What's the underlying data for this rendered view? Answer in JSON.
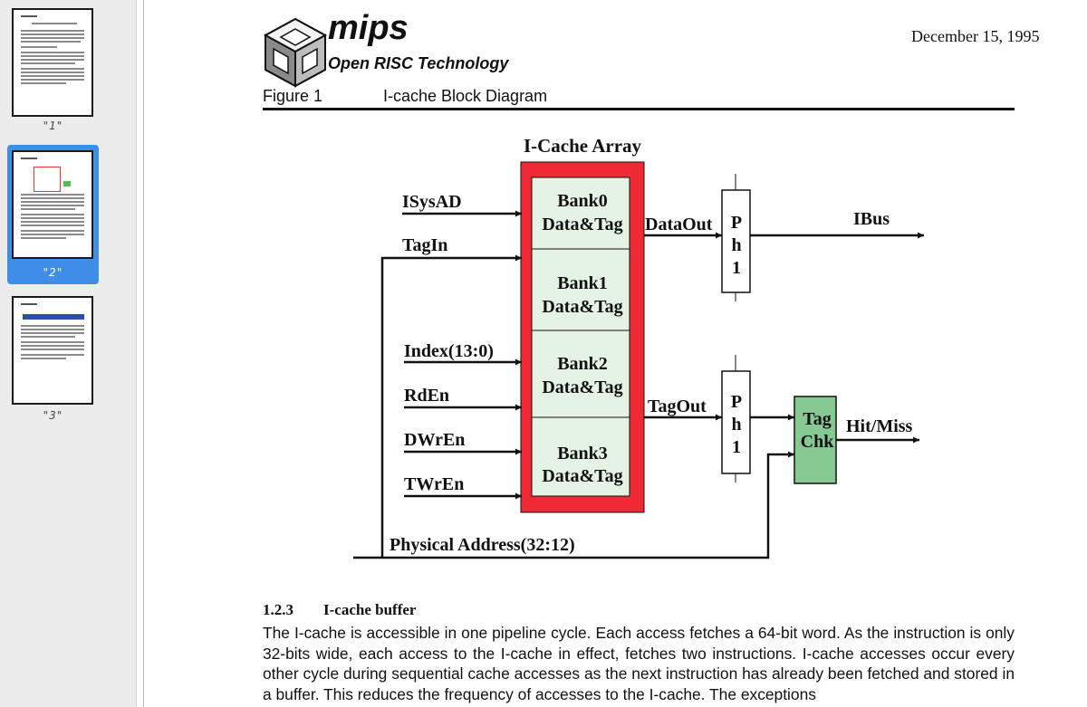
{
  "sidebar": {
    "thumbnails": [
      {
        "label": "\"1\"",
        "selected": false
      },
      {
        "label": "\"2\"",
        "selected": true
      },
      {
        "label": "\"3\"",
        "selected": false
      }
    ]
  },
  "header": {
    "logo_text": "mips",
    "logo_sub": "Open RISC Technology",
    "date": "December 15, 1995"
  },
  "figure": {
    "number": "Figure 1",
    "title": "I-cache Block Diagram"
  },
  "diagram": {
    "array_title": "I-Cache Array",
    "banks": [
      {
        "line1": "Bank0",
        "line2": "Data&Tag"
      },
      {
        "line1": "Bank1",
        "line2": "Data&Tag"
      },
      {
        "line1": "Bank2",
        "line2": "Data&Tag"
      },
      {
        "line1": "Bank3",
        "line2": "Data&Tag"
      }
    ],
    "inputs": [
      "ISysAD",
      "TagIn",
      "Index(13:0)",
      "RdEn",
      "DWrEn",
      "TWrEn"
    ],
    "data_out": "DataOut",
    "tag_out": "TagOut",
    "latch_letters": [
      "P",
      "h",
      "1"
    ],
    "ibus": "IBus",
    "tag_chk_line1": "Tag",
    "tag_chk_line2": "Chk",
    "hit_miss": "Hit/Miss",
    "physical_address": "Physical Address(32:12)",
    "colors": {
      "array_border": "#ee2a35",
      "bank_fill": "#e4f3e4",
      "tagchk_fill": "#86c993"
    }
  },
  "section": {
    "number": "1.2.3",
    "title": "I-cache buffer",
    "paragraph": "The I-cache is accessible in one pipeline cycle. Each access fetches a 64-bit word. As the instruction is only 32-bits wide, each access to the I-cache in effect, fetches two instructions. I-cache accesses occur every other cycle during sequential cache accesses as the next instruction has already been fetched and stored in a buffer. This reduces the frequency of accesses to the I-cache. The exceptions"
  }
}
